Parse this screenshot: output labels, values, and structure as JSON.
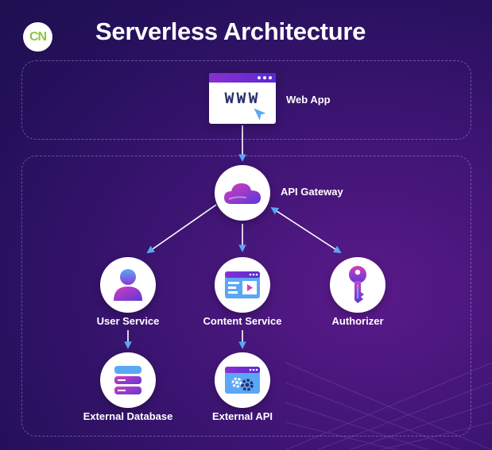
{
  "header": {
    "logo_text": "CN",
    "title": "Serverless Architecture"
  },
  "nodes": {
    "web_app": {
      "label": "Web App",
      "icon": "browser-www-icon",
      "screen_text": "WWW"
    },
    "api_gateway": {
      "label": "API Gateway",
      "icon": "cloud-icon"
    },
    "user_service": {
      "label": "User Service",
      "icon": "user-icon"
    },
    "content_service": {
      "label": "Content Service",
      "icon": "media-window-icon"
    },
    "authorizer": {
      "label": "Authorizer",
      "icon": "key-icon"
    },
    "external_database": {
      "label": "External Database",
      "icon": "database-icon"
    },
    "external_api": {
      "label": "External API",
      "icon": "api-settings-icon"
    }
  },
  "edges": [
    {
      "from": "web_app",
      "to": "api_gateway",
      "direction": "forward"
    },
    {
      "from": "api_gateway",
      "to": "user_service",
      "direction": "forward"
    },
    {
      "from": "api_gateway",
      "to": "content_service",
      "direction": "forward"
    },
    {
      "from": "api_gateway",
      "to": "authorizer",
      "direction": "both"
    },
    {
      "from": "user_service",
      "to": "external_database",
      "direction": "forward"
    },
    {
      "from": "content_service",
      "to": "external_api",
      "direction": "forward"
    }
  ],
  "colors": {
    "background_dark": "#1e0f50",
    "background_purple": "#5a1a8a",
    "arrow": "#5aa8f5",
    "line": "#ffffff",
    "accent_gradient_start": "#d63cbd",
    "accent_gradient_end": "#5a3ad8",
    "logo_green": "#8cc63f"
  }
}
